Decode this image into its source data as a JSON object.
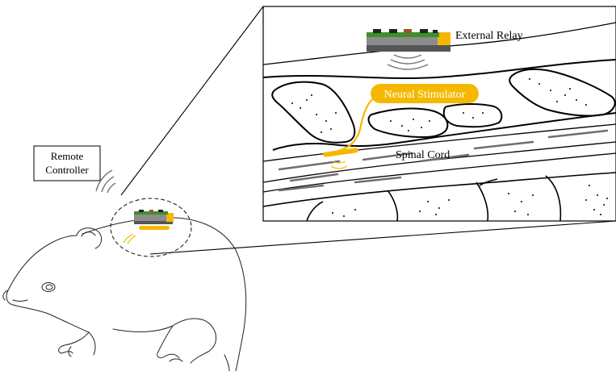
{
  "labels": {
    "remote_controller_line1": "Remote",
    "remote_controller_line2": "Controller",
    "external_relay": "External Relay",
    "neural_stimulator": "Neural Stimulator",
    "spinal_cord": "Spinal Cord"
  },
  "colors": {
    "implant": "#f5b800",
    "relay_green": "#3d8f2a",
    "relay_body": "#8c8c8c",
    "relay_base": "#555555",
    "line": "#000000",
    "fiber": "#6e6e6e",
    "background": "#ffffff"
  }
}
